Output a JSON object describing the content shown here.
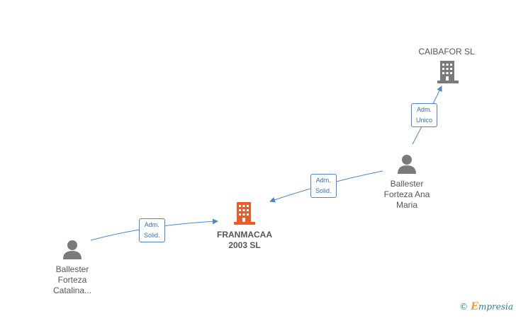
{
  "nodes": {
    "caibafor": {
      "label": "CAIBAFOR SL",
      "icon": "building-icon",
      "color": "#7a7a7a"
    },
    "franmacaa": {
      "label": "FRANMACAA\n2003 SL",
      "icon": "building-icon",
      "color": "#f05a28"
    },
    "ana_maria": {
      "label": "Ballester\nForteza Ana\nMaria",
      "icon": "person-icon",
      "color": "#7a7a7a"
    },
    "catalina": {
      "label": "Ballester\nForteza\nCatalina...",
      "icon": "person-icon",
      "color": "#7a7a7a"
    }
  },
  "edges": {
    "e1": {
      "label": "Adm.\nUnico"
    },
    "e2": {
      "label": "Adm.\nSolid."
    },
    "e3": {
      "label": "Adm.\nSolid."
    }
  },
  "colors": {
    "edge": "#4a86c8"
  },
  "brand": {
    "copyright": "©",
    "name_initial": "E",
    "name_rest": "mpresia"
  }
}
